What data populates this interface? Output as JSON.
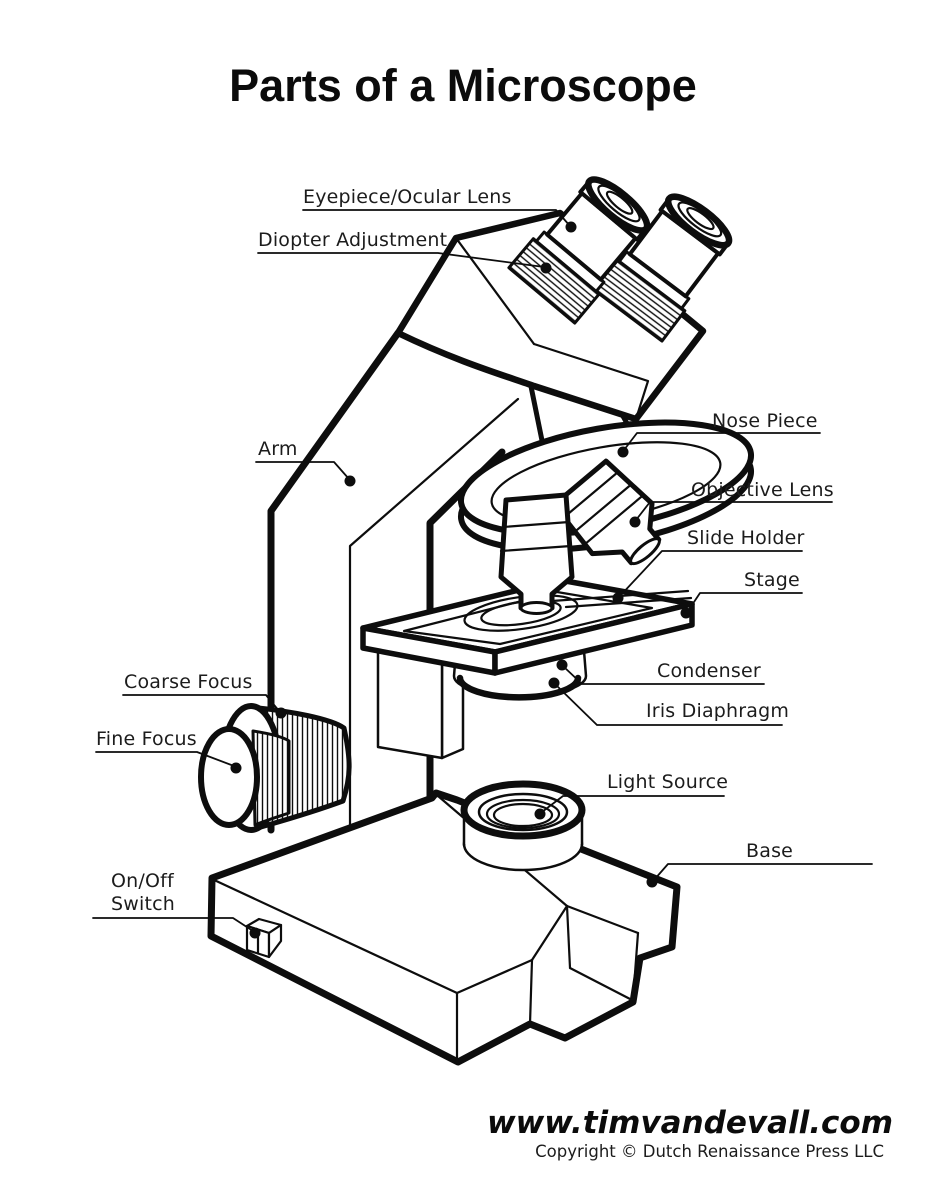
{
  "title": "Parts of a Microscope",
  "labels": {
    "eyepiece": "Eyepiece/Ocular Lens",
    "diopter": "Diopter Adjustment",
    "arm": "Arm",
    "nosepiece": "Nose Piece",
    "objective": "Objective Lens",
    "slide_holder": "Slide Holder",
    "stage": "Stage",
    "coarse_focus": "Coarse Focus",
    "fine_focus": "Fine Focus",
    "condenser": "Condenser",
    "iris": "Iris Diaphragm",
    "light_source": "Light Source",
    "base": "Base",
    "on_off_line1": "On/Off",
    "on_off_line2": "Switch"
  },
  "footer": {
    "website": "www.timvandevall.com",
    "copyright": "Copyright © Dutch Renaissance Press LLC"
  },
  "colors": {
    "ink": "#0d0d0d",
    "background": "#ffffff"
  }
}
